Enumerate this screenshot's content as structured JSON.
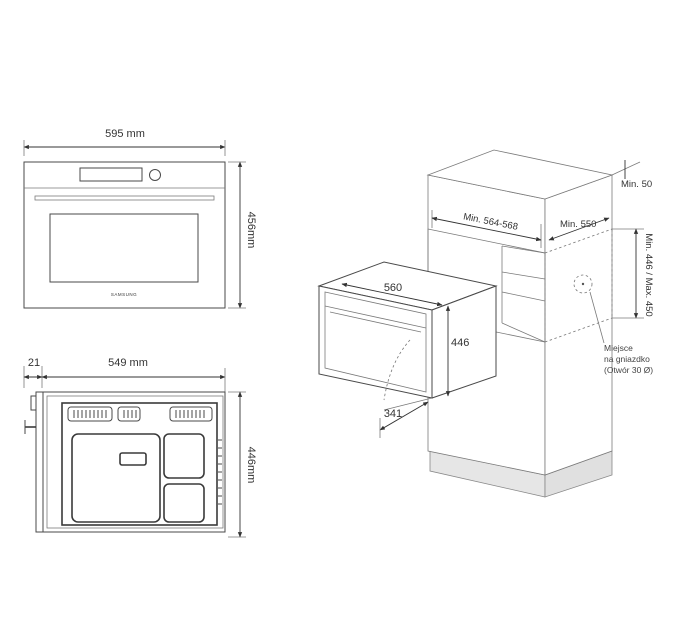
{
  "front_view": {
    "width_label": "595 mm",
    "height_label": "456mm",
    "brand": "SAMSUNG"
  },
  "side_view": {
    "depth_label": "549 mm",
    "door_label": "21",
    "height_label": "446mm"
  },
  "install_view": {
    "min_top_label": "Min. 50",
    "niche_width_label": "Min. 564-568",
    "niche_depth_label": "Min. 550",
    "niche_height_label": "Min. 446 / Max. 450",
    "oven_width_label": "560",
    "oven_height_label": "446",
    "door_depth_label": "341",
    "socket_label_line1": "Miejsce",
    "socket_label_line2": "na gniazdko",
    "socket_label_line3": "(Otwór 30 Ø)"
  }
}
